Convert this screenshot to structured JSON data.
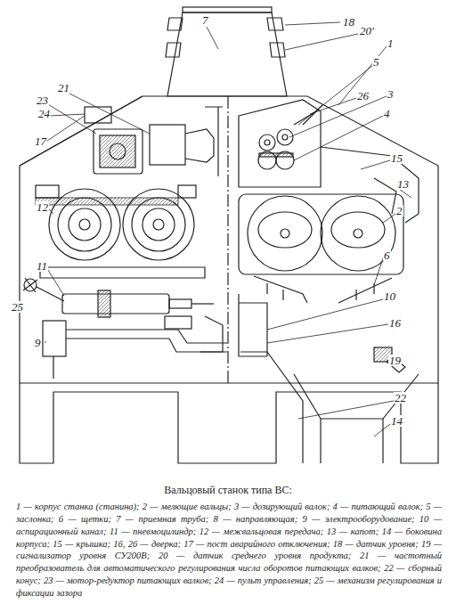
{
  "diagram": {
    "title": "Вальцовый станок типа ВС:",
    "caption": "1 — корпус станка (станина); 2 — мелющие вальцы; 3 — дозирующий валок; 4 — питающий валок; 5 — заслонка; 6 — щетки; 7 — приемная труба; 8 — направляющая; 9 — электрооборудование; 10 — аспирационный канал; 11 — пневмоцилиндр; 12 — межвальцовая передача; 13 — капот; 14 — боковина корпуса; 15 — крышка; 16, 26 — дверка; 17 — пост аварийного отключения; 18 — датчик уровня; 19 — сигнализатор уровня СУ200В; 20 — датчик среднего уровня продукта; 21 — частотный преобразователь для автоматического регулирования числа оборотов питающих валков; 22 — сборный конус; 23 — мотор-редуктор питающих валков; 24 — пульт управления; 25 — механизм регулирования и фиксации зазора",
    "labels": [
      "7",
      "18",
      "20'",
      "1",
      "21",
      "23",
      "26",
      "5",
      "3",
      "24",
      "4",
      "17",
      "15",
      "13",
      "12",
      "2",
      "6",
      "11",
      "10",
      "25",
      "16",
      "9",
      "19",
      "22",
      "14"
    ]
  }
}
